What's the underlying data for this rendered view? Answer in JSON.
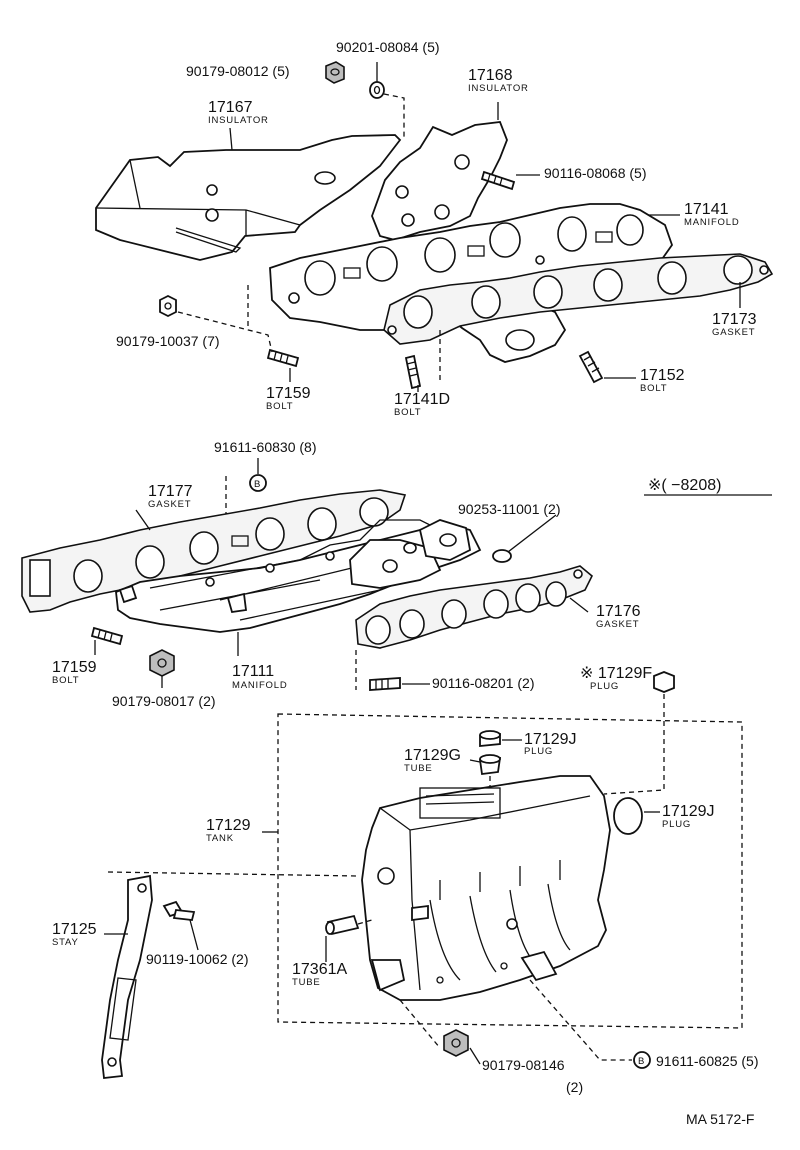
{
  "labels": {
    "p90201_08084": "90201-08084 (5)",
    "p90179_08012": "90179-08012 (5)",
    "p17168": "17168",
    "insulator_r": "INSULATOR",
    "p17167": "17167",
    "insulator_l": "INSULATOR",
    "p90116_08068": "90116-08068 (5)",
    "p17141": "17141",
    "manifold_ex": "MANIFOLD",
    "p90179_10037": "90179-10037 (7)",
    "p17173": "17173",
    "gasket_ex": "GASKET",
    "p17159_top": "17159",
    "bolt_a": "BOLT",
    "p17141D": "17141D",
    "bolt_b": "BOLT",
    "p17152": "17152",
    "bolt_c": "BOLT",
    "p91611_60830": "91611-60830 (8)",
    "marker_b_top": "B",
    "date_range": "※(      −8208)",
    "p17177": "17177",
    "gasket_177": "GASKET",
    "p90253_11001": "90253-11001 (2)",
    "p17176": "17176",
    "gasket_176": "GASKET",
    "p17159_mid": "17159",
    "bolt_d": "BOLT",
    "p17111": "17111",
    "manifold_in": "MANIFOLD",
    "p90179_08017": "90179-08017 (2)",
    "p90116_08201": "90116-08201 (2)",
    "p17129F": "※ 17129F",
    "plug_f": "PLUG",
    "p17129J_top": "17129J",
    "plug_j1": "PLUG",
    "p17129G": "17129G",
    "tube_g": "TUBE",
    "p17129": "17129",
    "tank": "TANK",
    "p17129J_right": "17129J",
    "plug_j2": "PLUG",
    "p17125": "17125",
    "stay": "STAY",
    "p90119_10062": "90119-10062 (2)",
    "p17361A": "17361A",
    "tube_a": "TUBE",
    "p90179_08146": "90179-08146",
    "qty_08146": "(2)",
    "marker_b_bottom": "B",
    "p91611_60825": "91611-60825 (5)",
    "figure_code": "MA  5172-F"
  }
}
